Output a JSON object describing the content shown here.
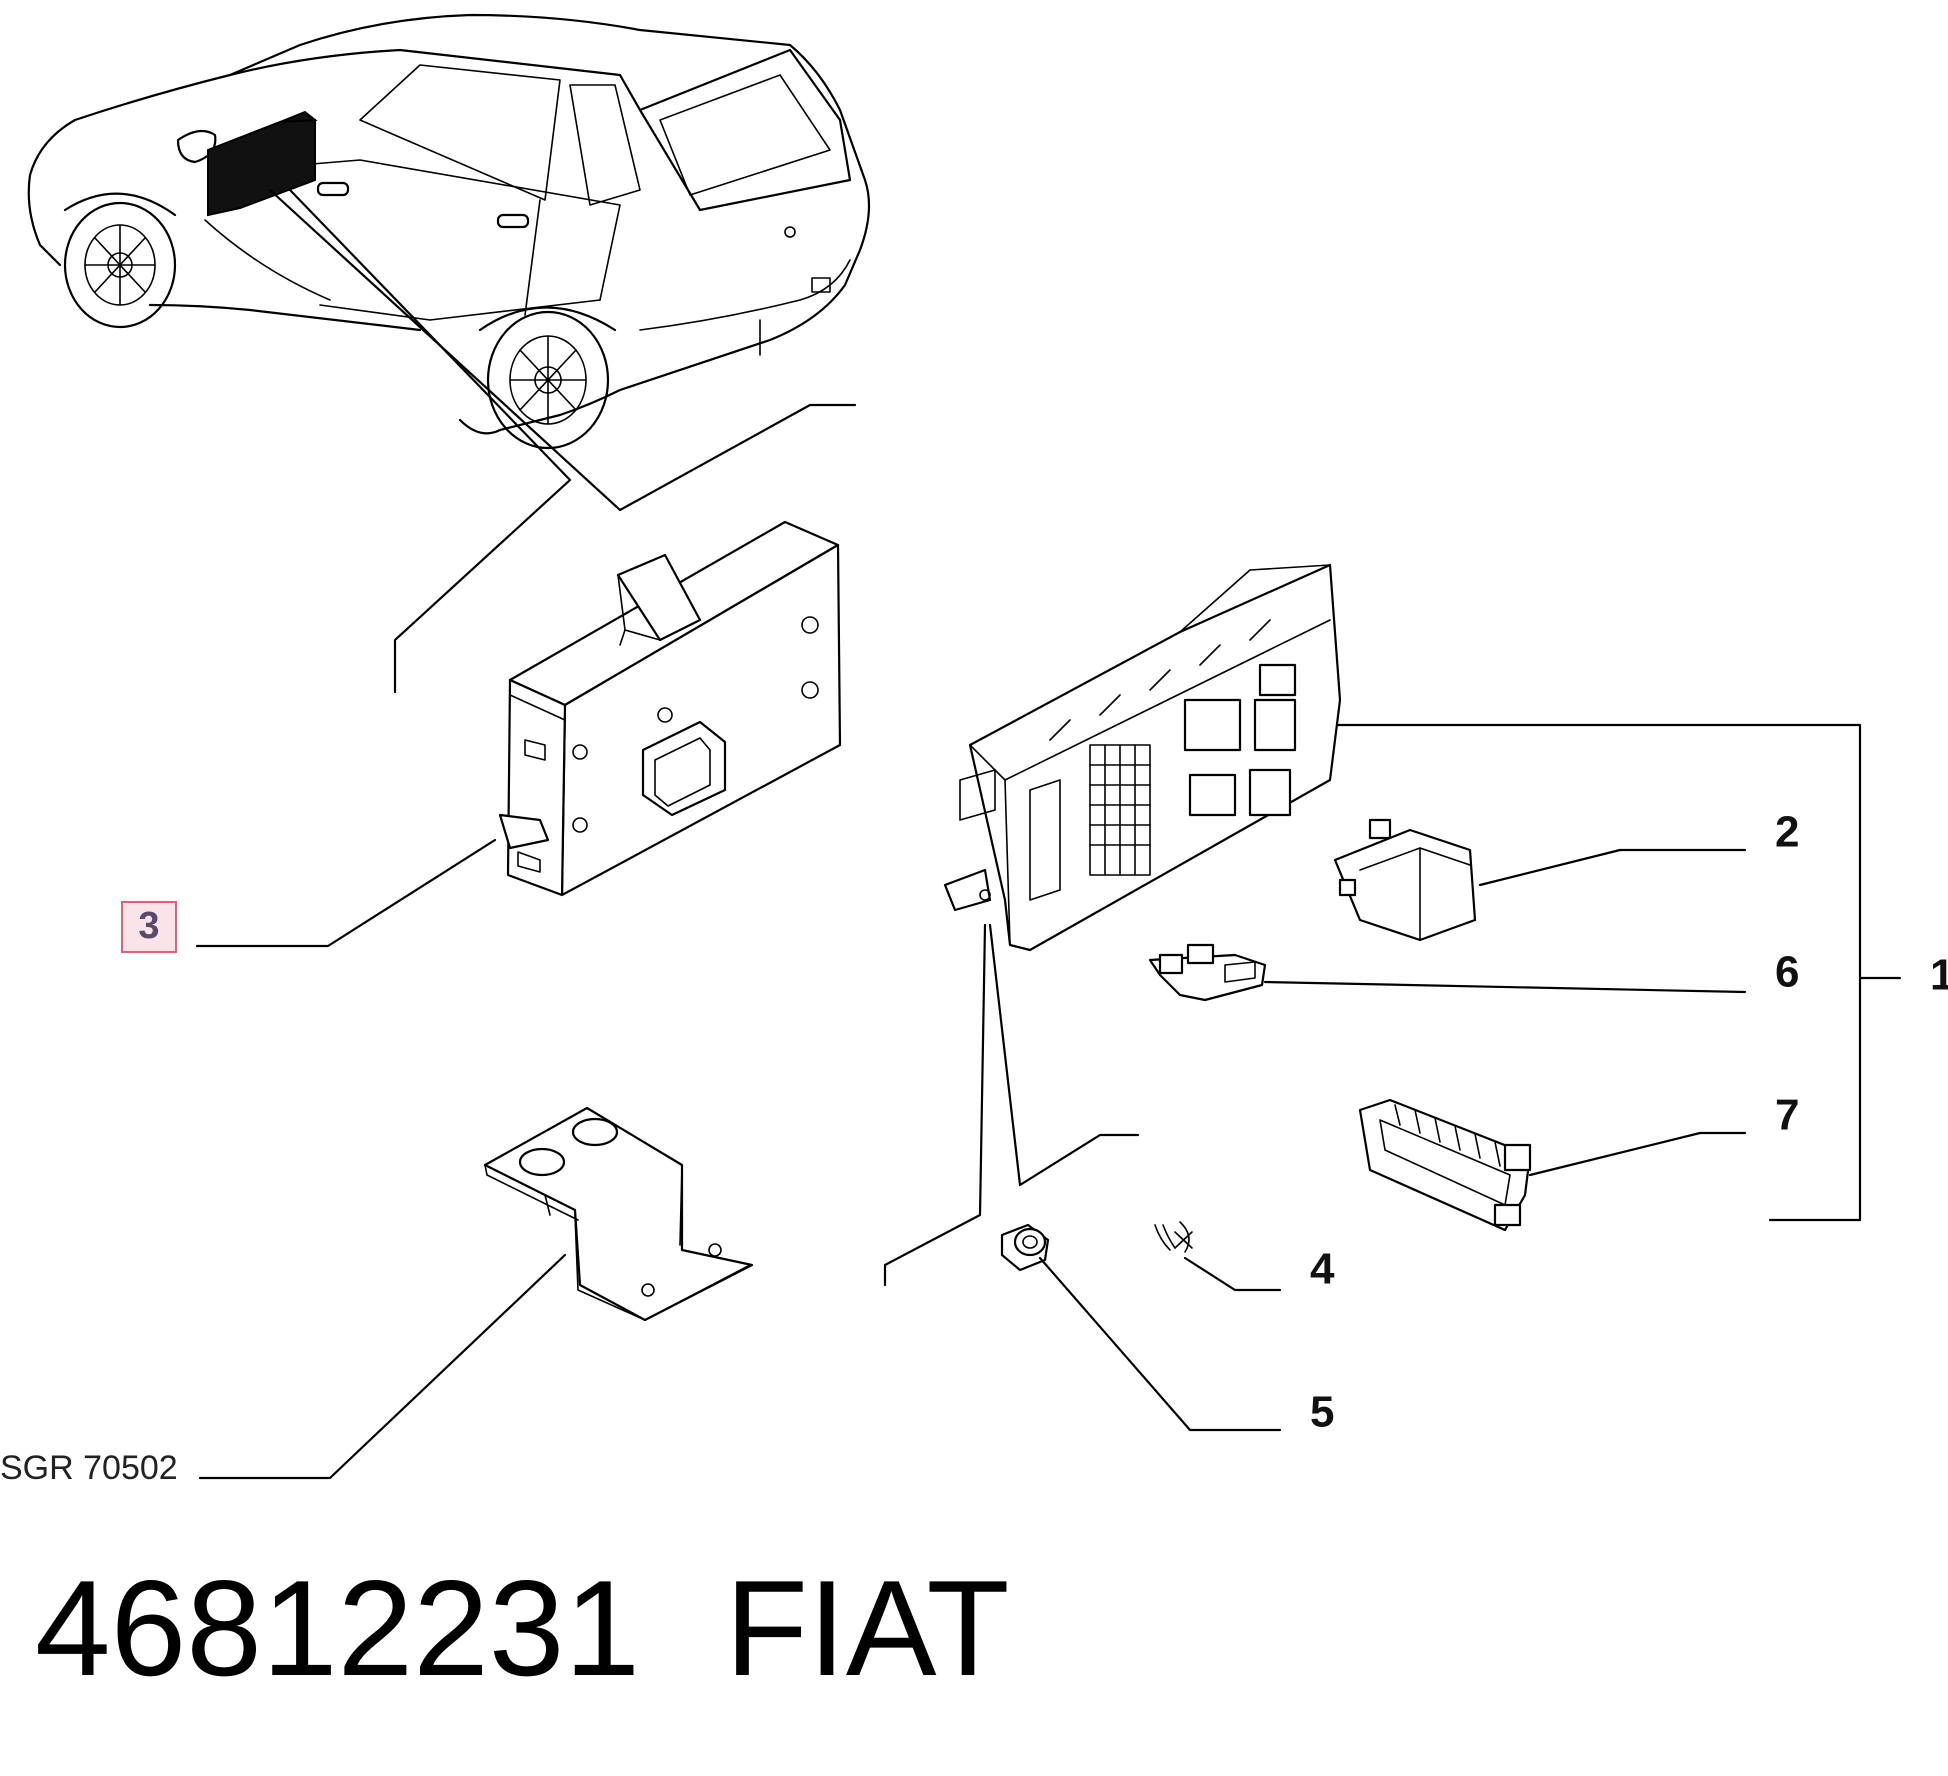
{
  "callouts": {
    "c1": "1",
    "c2": "2",
    "c3": "3",
    "c4": "4",
    "c5": "5",
    "c6": "6",
    "c7": "7"
  },
  "reference_code": "SGR 70502",
  "part_number": "46812231",
  "brand": "FIAT",
  "highlight_color": "#e0607a"
}
